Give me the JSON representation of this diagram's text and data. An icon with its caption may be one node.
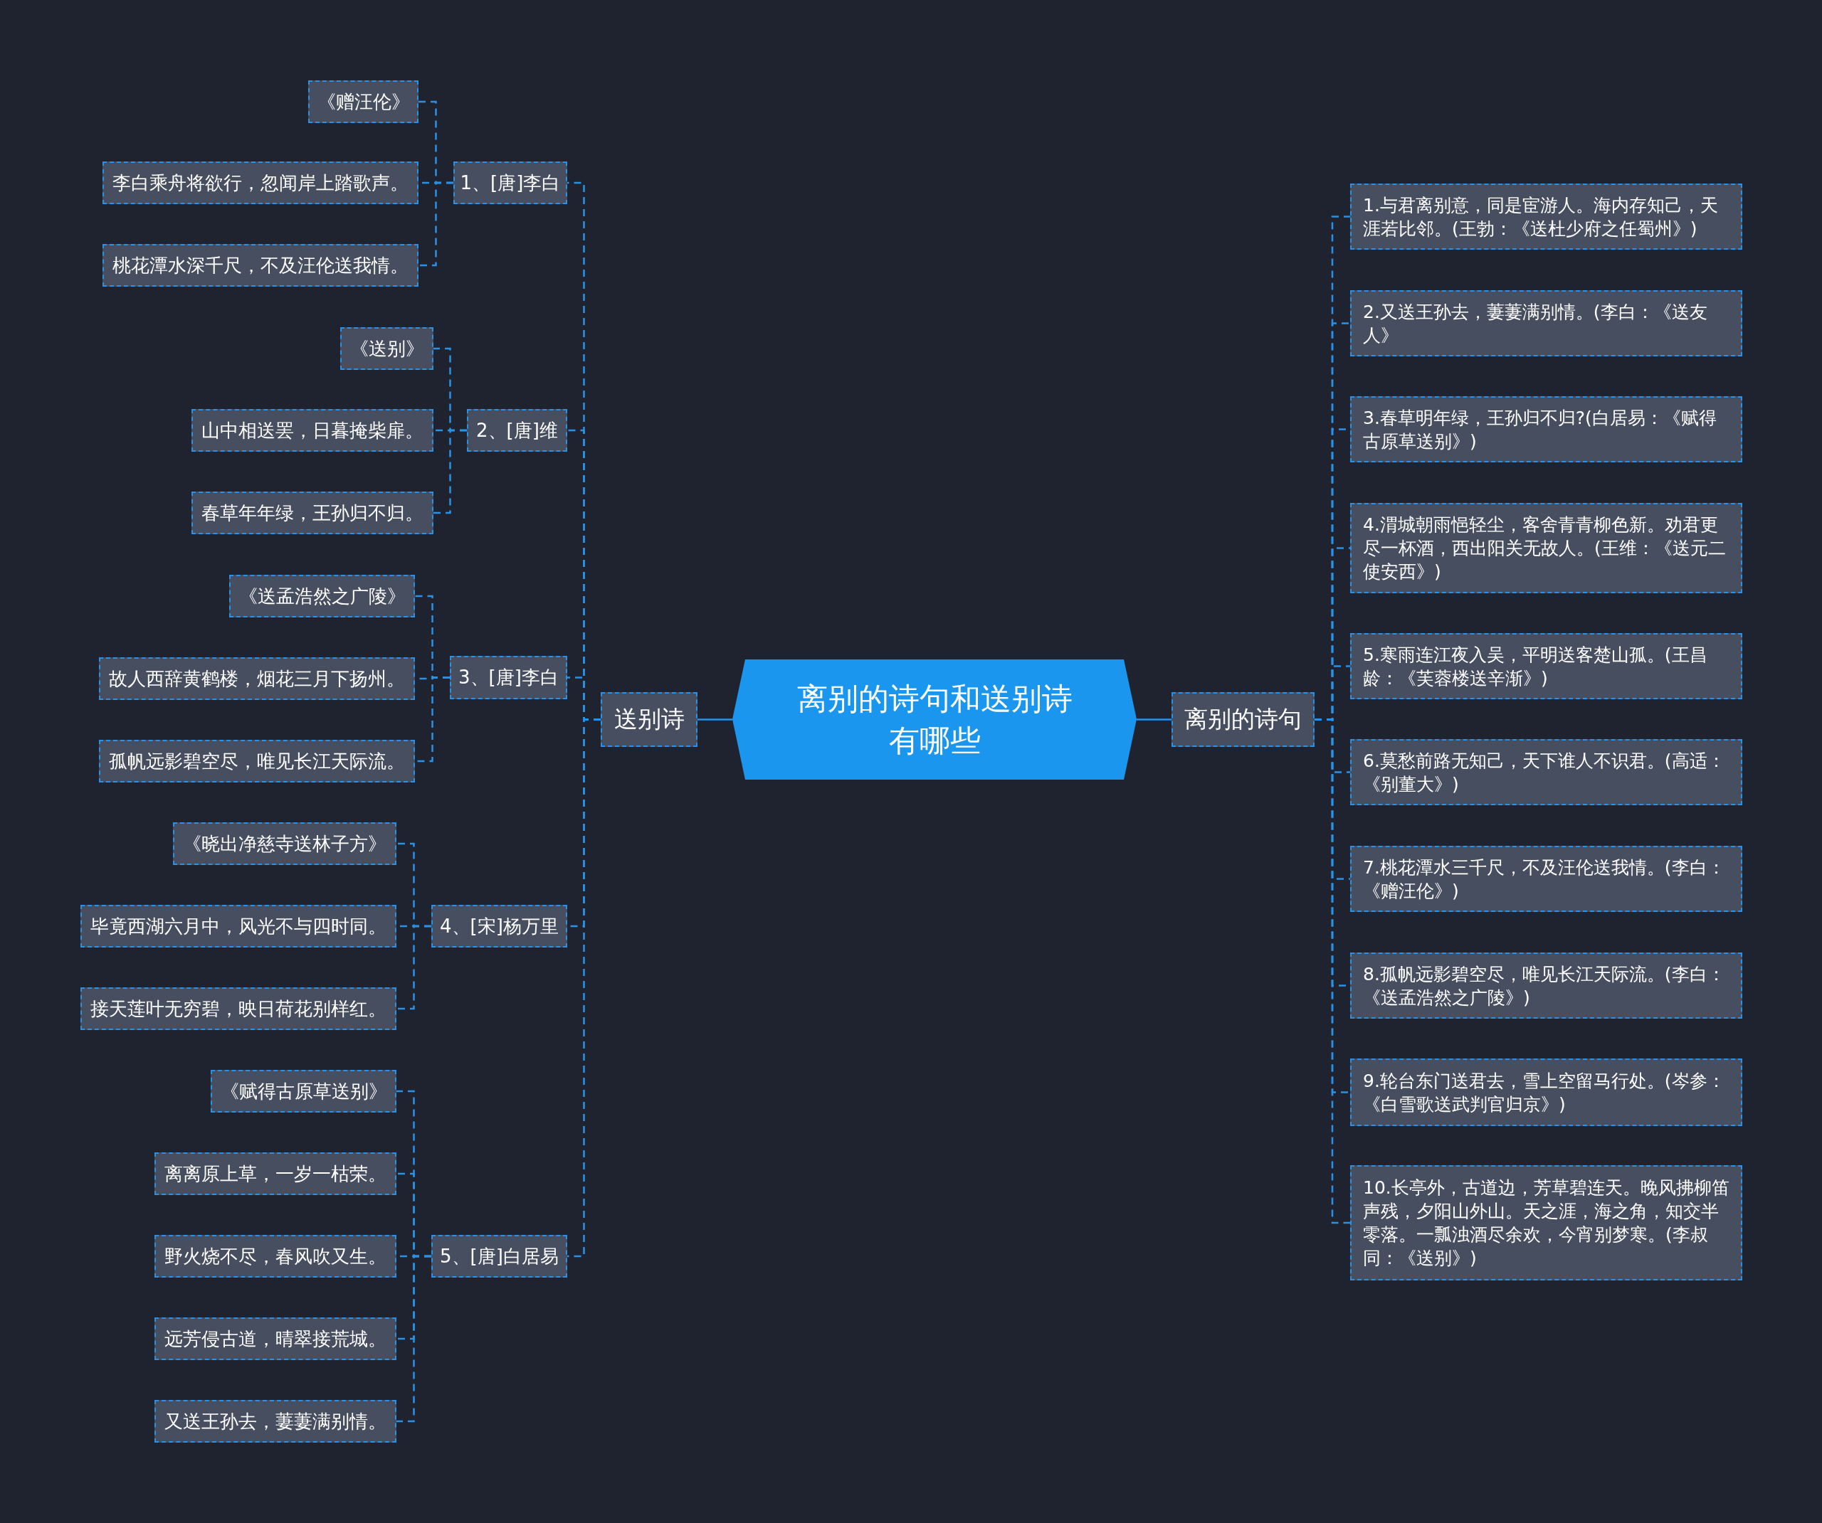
{
  "diagram": {
    "nodes": [
      {
        "text": [
          "离别的诗句和送别诗有哪些"
        ]
      },
      {
        "text": [
          "送别诗"
        ]
      },
      {
        "text": [
          "1、[唐]李白"
        ]
      },
      {
        "text": [
          "《赠汪伦》"
        ]
      },
      {
        "text": [
          "李白乘舟将欲行，忽闻岸上踏歌声。"
        ]
      },
      {
        "text": [
          "桃花潭水深千尺，不及汪伦送我情。"
        ]
      },
      {
        "text": [
          "2、[唐]维"
        ]
      },
      {
        "text": [
          "《送别》"
        ]
      },
      {
        "text": [
          "山中相送罢，日暮掩柴扉。"
        ]
      },
      {
        "text": [
          "春草年年绿，王孙归不归。"
        ]
      },
      {
        "text": [
          "3、[唐]李白"
        ]
      },
      {
        "text": [
          "《送孟浩然之广陵》"
        ]
      },
      {
        "text": [
          "故人西辞黄鹤楼，烟花三月下扬州。"
        ]
      },
      {
        "text": [
          "孤帆远影碧空尽，唯见长江天际流。"
        ]
      },
      {
        "text": [
          "4、[宋]杨万里"
        ]
      },
      {
        "text": [
          "《晓出净慈寺送林子方》"
        ]
      },
      {
        "text": [
          "毕竟西湖六月中，风光不与四时同。"
        ]
      },
      {
        "text": [
          "接天莲叶无穷碧，映日荷花别样红。"
        ]
      },
      {
        "text": [
          "5、[唐]白居易"
        ]
      },
      {
        "text": [
          "《赋得古原草送别》"
        ]
      },
      {
        "text": [
          "离离原上草，一岁一枯荣。"
        ]
      },
      {
        "text": [
          "野火烧不尽，春风吹又生。"
        ]
      },
      {
        "text": [
          "远芳侵古道，晴翠接荒城。"
        ]
      },
      {
        "text": [
          "又送王孙去，萋萋满别情。"
        ]
      },
      {
        "text": [
          "离别的诗句"
        ]
      },
      {
        "text": [
          "1.与君离别意，同是宦游人。海内存知己，天涯若比邻。(王勃：《送杜少府之任蜀州》)"
        ]
      },
      {
        "text": [
          "2.又送王孙去，萋萋满别情。(李白：《送友人》"
        ]
      },
      {
        "text": [
          "3.春草明年绿，王孙归不归?(白居易：《赋得古原草送别》)"
        ]
      },
      {
        "text": [
          "4.渭城朝雨悒轻尘，客舍青青柳色新。劝君更尽一杯酒，西出阳关无故人。(王维：《送元二使安西》)"
        ]
      },
      {
        "text": [
          "5.寒雨连江夜入吴，平明送客楚山孤。(王昌龄：《芙蓉楼送辛渐》)"
        ]
      },
      {
        "text": [
          "6.莫愁前路无知己，天下谁人不识君。(高适：《别董大》)"
        ]
      },
      {
        "text": [
          "7.桃花潭水三千尺，不及汪伦送我情。(李白：《赠汪伦》)"
        ]
      },
      {
        "text": [
          "8.孤帆远影碧空尽，唯见长江天际流。(李白：《送孟浩然之广陵》)"
        ]
      },
      {
        "text": [
          "9.轮台东门送君去，雪上空留马行处。(岑参：《白雪歌送武判官归京》)"
        ]
      },
      {
        "text": [
          "10.长亭外，古道边，芳草碧连天。晚风拂柳笛声残，夕阳山外山。天之涯，海之角，知交半零落。一瓢浊酒尽余欢，今宵别梦寒。(李叔同：《送别》)"
        ]
      }
    ],
    "edges": [
      {
        "from": 0,
        "to": 1,
        "arrow": "none"
      },
      {
        "from": 1,
        "to": 2,
        "arrow": "none",
        "style": "dashed"
      },
      {
        "from": 2,
        "to": 3,
        "arrow": "none",
        "style": "dashed"
      },
      {
        "from": 2,
        "to": 4,
        "arrow": "none",
        "style": "dashed"
      },
      {
        "from": 2,
        "to": 5,
        "arrow": "none",
        "style": "dashed"
      },
      {
        "from": 1,
        "to": 6,
        "arrow": "none",
        "style": "dashed"
      },
      {
        "from": 6,
        "to": 7,
        "arrow": "none",
        "style": "dashed"
      },
      {
        "from": 6,
        "to": 8,
        "arrow": "none",
        "style": "dashed"
      },
      {
        "from": 6,
        "to": 9,
        "arrow": "none",
        "style": "dashed"
      },
      {
        "from": 1,
        "to": 10,
        "arrow": "none",
        "style": "dashed"
      },
      {
        "from": 10,
        "to": 11,
        "arrow": "none",
        "style": "dashed"
      },
      {
        "from": 10,
        "to": 12,
        "arrow": "none",
        "style": "dashed"
      },
      {
        "from": 10,
        "to": 13,
        "arrow": "none",
        "style": "dashed"
      },
      {
        "from": 1,
        "to": 14,
        "arrow": "none",
        "style": "dashed"
      },
      {
        "from": 14,
        "to": 15,
        "arrow": "none",
        "style": "dashed"
      },
      {
        "from": 14,
        "to": 16,
        "arrow": "none",
        "style": "dashed"
      },
      {
        "from": 14,
        "to": 17,
        "arrow": "none",
        "style": "dashed"
      },
      {
        "from": 1,
        "to": 18,
        "arrow": "none",
        "style": "dashed"
      },
      {
        "from": 18,
        "to": 19,
        "arrow": "none",
        "style": "dashed"
      },
      {
        "from": 18,
        "to": 20,
        "arrow": "none",
        "style": "dashed"
      },
      {
        "from": 18,
        "to": 21,
        "arrow": "none",
        "style": "dashed"
      },
      {
        "from": 18,
        "to": 22,
        "arrow": "none",
        "style": "dashed"
      },
      {
        "from": 18,
        "to": 23,
        "arrow": "none",
        "style": "dashed"
      },
      {
        "from": 0,
        "to": 24,
        "arrow": "none"
      },
      {
        "from": 24,
        "to": 25,
        "arrow": "none",
        "style": "dashed"
      },
      {
        "from": 24,
        "to": 26,
        "arrow": "none",
        "style": "dashed"
      },
      {
        "from": 24,
        "to": 27,
        "arrow": "none",
        "style": "dashed"
      },
      {
        "from": 24,
        "to": 28,
        "arrow": "none",
        "style": "dashed"
      },
      {
        "from": 24,
        "to": 29,
        "arrow": "none",
        "style": "dashed"
      },
      {
        "from": 24,
        "to": 30,
        "arrow": "none",
        "style": "dashed"
      },
      {
        "from": 24,
        "to": 31,
        "arrow": "none",
        "style": "dashed"
      },
      {
        "from": 24,
        "to": 32,
        "arrow": "none",
        "style": "dashed"
      },
      {
        "from": 24,
        "to": 33,
        "arrow": "none",
        "style": "dashed"
      },
      {
        "from": 24,
        "to": 34,
        "arrow": "none",
        "style": "dashed"
      }
    ]
  }
}
